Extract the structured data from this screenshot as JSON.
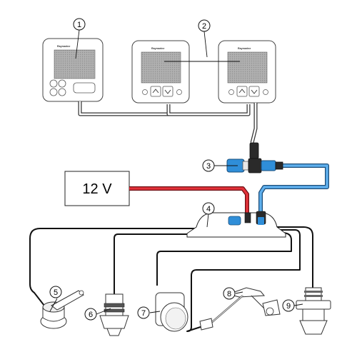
{
  "power_supply": {
    "label": "12 V"
  },
  "brand": "Raymarine",
  "callouts": [
    "1",
    "2",
    "3",
    "4",
    "5",
    "6",
    "7",
    "8",
    "9"
  ],
  "colors": {
    "power_cable": "#d9262c",
    "seatalk_cable": "#3a8fd6",
    "connector": "#2f8ed8",
    "screen": "#a4a4a4",
    "cable": "#1a1a1a"
  }
}
